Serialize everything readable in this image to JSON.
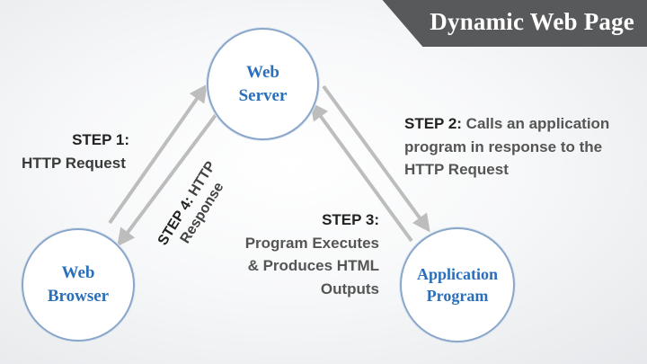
{
  "header": {
    "title": "Dynamic Web Page"
  },
  "nodes": {
    "web_server": {
      "line1": "Web",
      "line2": "Server"
    },
    "web_browser": {
      "line1": "Web",
      "line2": "Browser"
    },
    "application_program": {
      "line1": "Application",
      "line2": "Program"
    }
  },
  "steps": {
    "step1": {
      "label": "STEP 1:",
      "text": "HTTP Request"
    },
    "step2": {
      "label": "STEP 2:",
      "text_line1": "Calls an application",
      "text_line2": "program in response to the",
      "text_line3": "HTTP Request"
    },
    "step3": {
      "label": "STEP 3:",
      "text_line1": "Program Executes",
      "text_line2": "& Produces HTML",
      "text_line3": "Outputs"
    },
    "step4": {
      "label": "STEP 4:",
      "label_tail": "HTTP",
      "text": "Response"
    }
  },
  "colors": {
    "banner": "#58595b",
    "node_text": "#2a6fbb",
    "node_border": "#8aa6c9",
    "arrow": "#bdbdbd"
  }
}
